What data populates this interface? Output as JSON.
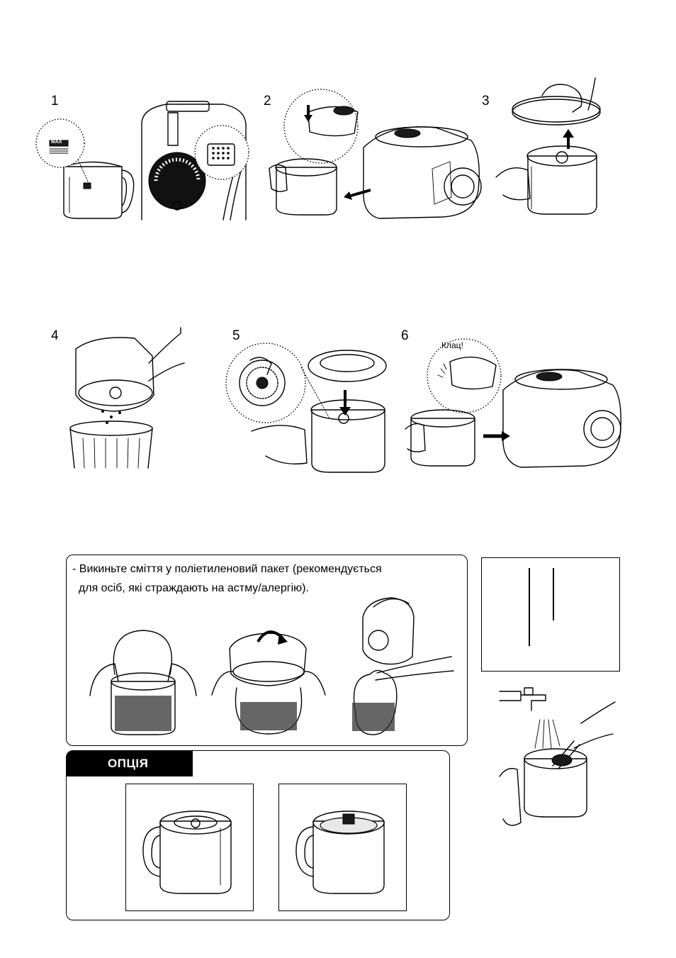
{
  "steps": {
    "s1": "1",
    "s2": "2",
    "s3": "3",
    "s4": "4",
    "s5": "5",
    "s6": "6"
  },
  "labels": {
    "max": "MAX",
    "click": "Клац!"
  },
  "bag_note": {
    "line1": "- Викиньте сміття у поліетиленовий пакет (рекомендується",
    "line2": "  для осіб, які страждають на астму/алергію)."
  },
  "option": {
    "title": "ОПЦІЯ"
  }
}
